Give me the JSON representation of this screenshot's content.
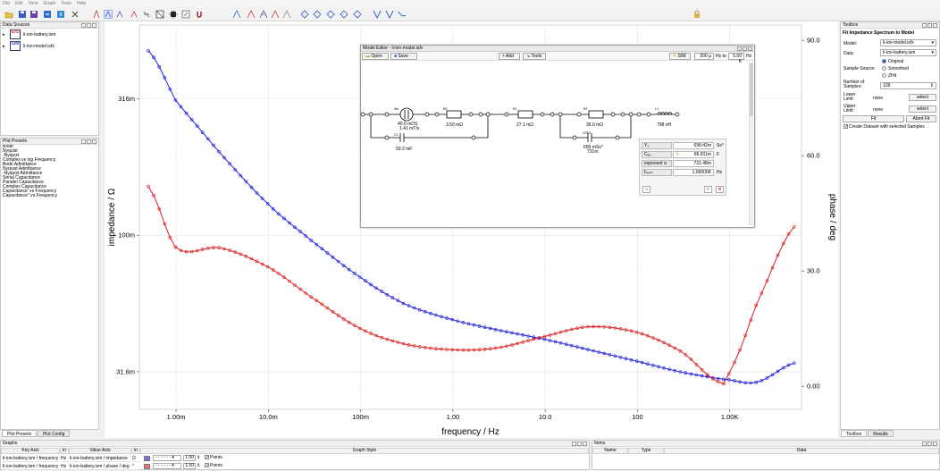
{
  "menu": [
    "File",
    "Edit",
    "View",
    "Graph",
    "Tools",
    "Help"
  ],
  "data_sources": {
    "title": "Data Sources",
    "items": [
      {
        "icon": "EIS",
        "label": "li-ion-battery.ism",
        "icon_color": "#c94040"
      },
      {
        "icon": "SIM",
        "label": "li-ion-model.isfx",
        "icon_color": "#3a58a8"
      }
    ]
  },
  "plot_presets": {
    "title": "Plot Presets",
    "items": [
      "Bode",
      "Nyquist",
      "-Nyquist",
      "Complex vs log Frequency",
      "Bode Admittance",
      "Nyquist Admittance",
      "-Nyquist Admittance",
      "Serial Capacitance",
      "Parallel Capacitance",
      "Complex Capacitance",
      "Capacitance' vs Frequency",
      "Capacitance'' vs Frequency"
    ]
  },
  "left_tabs": [
    "Plot Presets",
    "Plot Config"
  ],
  "model_editor": {
    "title": "Model Editor - li-ion-model.isfx",
    "open": "Open",
    "save": "Save",
    "add": "Add",
    "tools": "Tools",
    "sim": "SIM",
    "freq_from": "500 µ",
    "freq_to_label": "Hz to",
    "freq_to": "5.00 K",
    "freq_unit": "Hz",
    "components": {
      "cpe1": {
        "name": "Ws",
        "value1": "40.6 mDS",
        "value2": "1.41 mT/s"
      },
      "c1": {
        "name": "C1",
        "value": "59.2 mF"
      },
      "r0": {
        "name": "R0",
        "value": "3.50 mΩ"
      },
      "r1": {
        "name": "R1",
        "value": "27.1 mΩ"
      },
      "r2": {
        "name": "R2",
        "value": "36.0 mΩ"
      },
      "cpe2": {
        "name": "CPE2",
        "value1": "699 mSs^",
        "value2": "731m"
      },
      "l1": {
        "name": "L1",
        "value": "798 nH"
      }
    },
    "params": [
      {
        "name": "Y₀",
        "value": "698.42m",
        "unit": "Ss^"
      },
      {
        "name": "Cₑₒ",
        "value": "86.811m",
        "unit": "F"
      },
      {
        "name": "exponent α",
        "value": "731.48m",
        "unit": ""
      },
      {
        "name": "fₙₒᵣₘ",
        "value": "1.00000K",
        "unit": "Hz"
      }
    ]
  },
  "chart_data": {
    "type": "line",
    "xlabel": "frequency / Hz",
    "ylabel": "impedance / Ω",
    "y2label": "phase / deg",
    "xscale": "log",
    "yscale": "log",
    "xlim": [
      0.0004,
      6000
    ],
    "ylim": [
      23,
      590
    ],
    "y2lim": [
      -6,
      94
    ],
    "x_ticks": [
      0.001,
      0.01,
      0.1,
      1,
      10,
      100,
      1000
    ],
    "x_tick_labels": [
      "1.00m",
      "10.0m",
      "100m",
      "1.00",
      "10.0",
      "100",
      "1.00K"
    ],
    "y_ticks": [
      31.6,
      100,
      316
    ],
    "y_tick_labels": [
      "31.6m",
      "100m",
      "316m"
    ],
    "y2_ticks": [
      0,
      30,
      60,
      90
    ],
    "y2_tick_labels": [
      "0.00",
      "30.0",
      "60.0",
      "90.0"
    ],
    "grid": true,
    "series": [
      {
        "axis": "y",
        "color": "#2020e0",
        "x": [
          0.0005,
          0.001,
          0.003,
          0.01,
          0.03,
          0.1,
          0.3,
          1,
          3,
          10,
          30,
          100,
          300,
          1000,
          2000,
          5000
        ],
        "values": [
          475,
          310,
          200,
          130,
          95,
          70,
          56,
          49,
          45,
          41.5,
          38,
          34.5,
          31.5,
          29.5,
          29,
          34
        ]
      },
      {
        "axis": "y2",
        "color": "#e02020",
        "x": [
          0.0005,
          0.001,
          0.003,
          0.01,
          0.03,
          0.1,
          0.3,
          1,
          3,
          10,
          30,
          100,
          300,
          800,
          1000,
          2000,
          5000
        ],
        "values": [
          52,
          36,
          36,
          31,
          23,
          15,
          11,
          9.5,
          10,
          13,
          15.5,
          14,
          9,
          1,
          4,
          22,
          41.5
        ]
      }
    ]
  },
  "toolbox": {
    "title": "Toolbox",
    "heading": "Fit Impedance Spectrum to Model",
    "model_label": "Model:",
    "model_value": "li-ion-model.isfx",
    "data_label": "Data:",
    "data_value": "li-ion-battery.ism",
    "sample_source_label": "Sample Source:",
    "sources": [
      "Original",
      "Smoothed",
      "ZHit"
    ],
    "samples_label": "Number of Samples:",
    "samples_value": "128",
    "lower_label": "Lower Limit:",
    "lower_value": "none",
    "upper_label": "Upper Limit:",
    "upper_value": "none",
    "select": "select",
    "fit": "Fit",
    "abort": "Abort Fit",
    "create": "Create Dataset with selected Samples",
    "tabs": [
      "Toolbox",
      "Results"
    ]
  },
  "graphs": {
    "title": "Graphs",
    "headers": [
      "Key Axis",
      "in",
      "Value Axis",
      "in",
      "Graph Style"
    ],
    "rows": [
      {
        "key": "li-ion-battery.ism / frequency",
        "kin": "Hz",
        "val": "li-ion-battery.ism / impedance",
        "vin": "Ω",
        "color": "#7070e0",
        "width": "1.50",
        "points": "Points"
      },
      {
        "key": "li-ion-battery.ism / frequency",
        "kin": "Hz",
        "val": "li-ion-battery.ism / phase / deg",
        "vin": "°",
        "color": "#f07070",
        "width": "1.50",
        "points": "Points"
      }
    ]
  },
  "items": {
    "title": "Items",
    "headers": [
      "Name",
      "Type",
      "Data"
    ]
  }
}
